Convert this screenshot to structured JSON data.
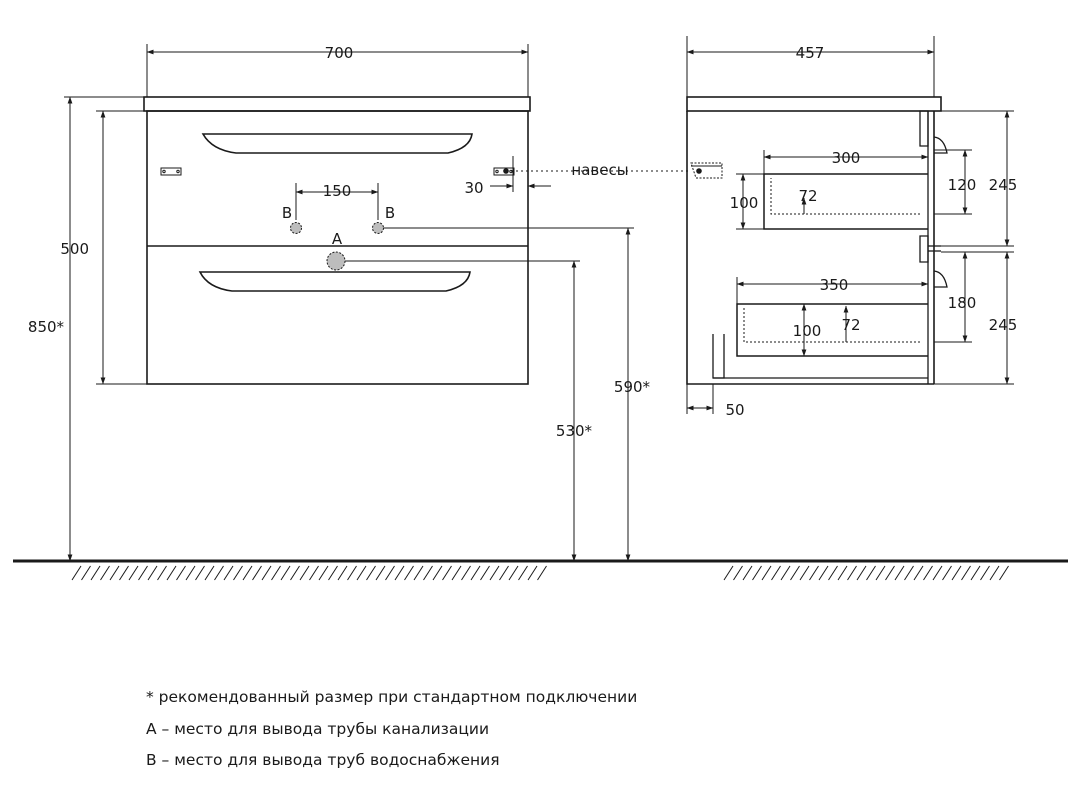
{
  "front": {
    "width": "700",
    "body_height": "500",
    "total_height": "850*",
    "pipe_spacing": "150",
    "hinge_offset": "30",
    "hinges_label": "навесы",
    "label_b": "B",
    "label_a": "A",
    "drain_height": "530*",
    "water_height": "590*"
  },
  "side": {
    "depth": "457",
    "upper_drawer_width": "300",
    "upper_drawer_height": "100",
    "upper_drawer_inner": "72",
    "upper_front_height": "120",
    "upper_section": "245",
    "lower_drawer_width": "350",
    "lower_drawer_height": "100",
    "lower_drawer_inner": "72",
    "lower_front_height": "180",
    "lower_section": "245",
    "back_offset": "50"
  },
  "legend": {
    "note": "* рекомендованный размер при стандартном подключении",
    "a": "A – место для вывода трубы канализации",
    "b": "B – место для вывода труб водоснабжения"
  }
}
